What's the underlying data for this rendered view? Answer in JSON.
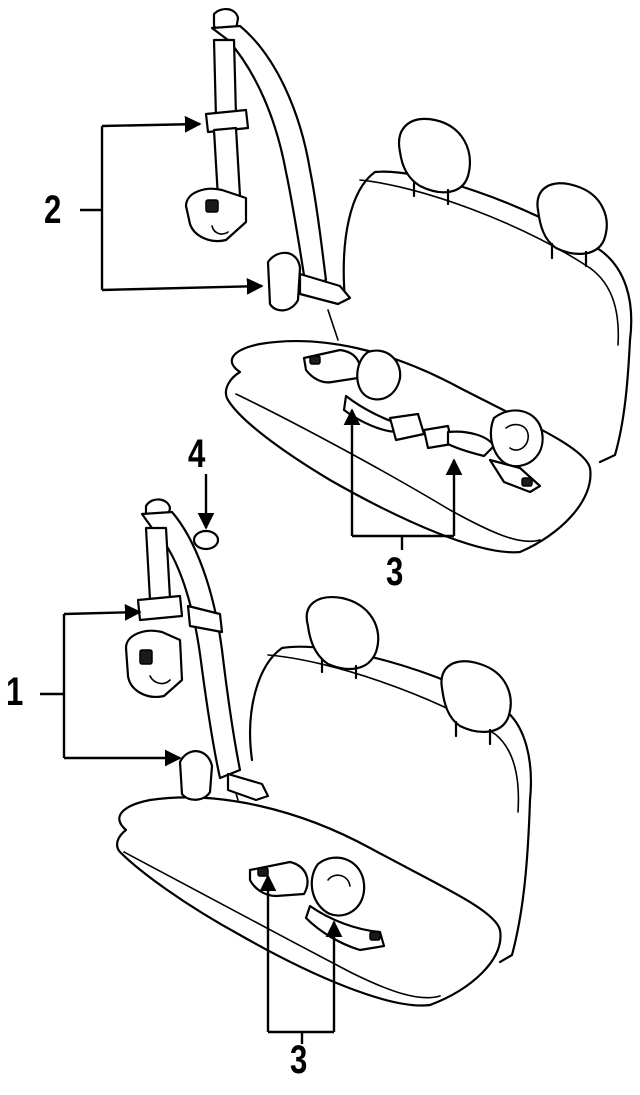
{
  "diagram": {
    "background_color": "#ffffff",
    "line_color": "#000000",
    "callouts": {
      "part_1": "1",
      "part_2": "2",
      "part_3_upper": "3",
      "part_3_lower": "3",
      "part_4": "4"
    }
  }
}
